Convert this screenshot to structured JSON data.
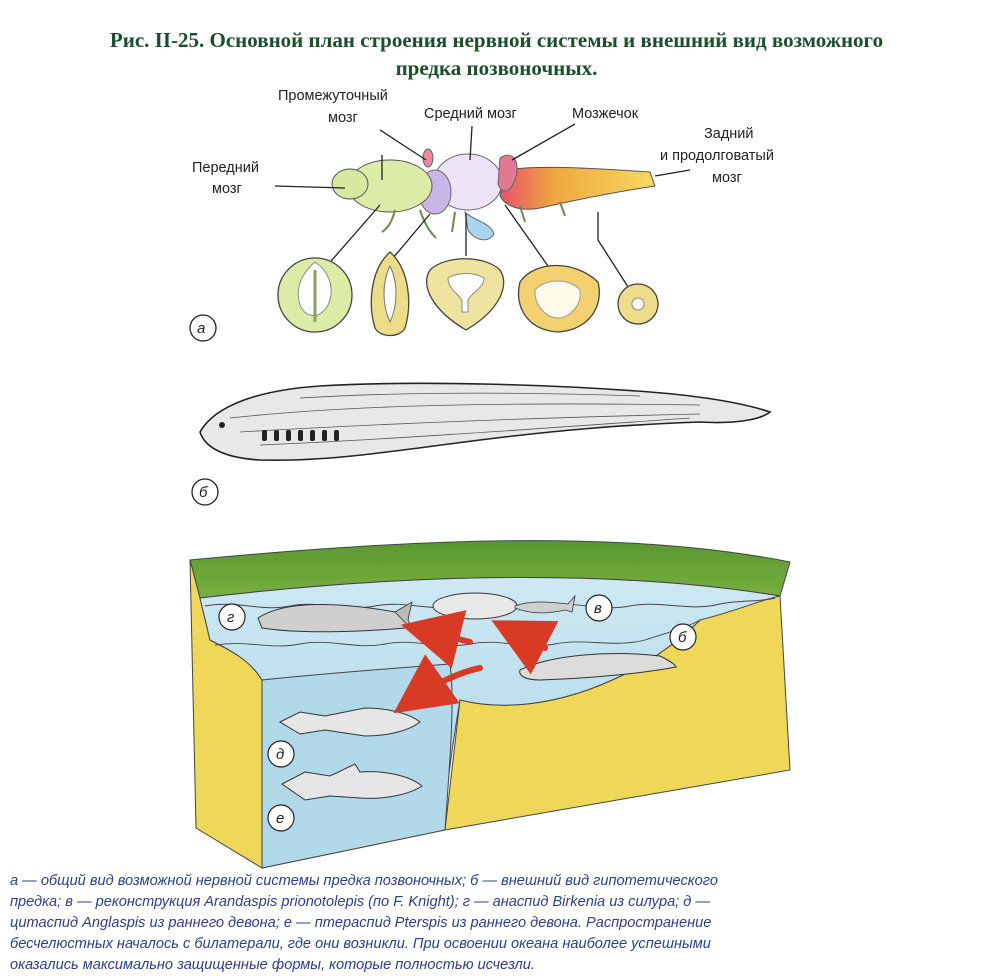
{
  "title": {
    "line1": "Рис. II-25. Основной план строения нервной системы и внешний вид возможного",
    "line2": "предка позвоночных."
  },
  "panel_a": {
    "label": "а",
    "brain_labels": {
      "forebrain": [
        "Передний",
        "мозг"
      ],
      "diencephalon": [
        "Промежуточный",
        "мозг"
      ],
      "midbrain": "Средний мозг",
      "cerebellum": "Мозжечок",
      "hindbrain": [
        "Задний",
        "и продолговатый",
        "мозг"
      ]
    }
  },
  "panel_b": {
    "label": "б"
  },
  "panel_scene": {
    "labels": {
      "g": "г",
      "v": "в",
      "b": "б",
      "d": "д",
      "e": "е"
    }
  },
  "colors": {
    "title": "#1b4e2b",
    "caption": "#2e3f88",
    "forebrain": "#d8eaa0",
    "midbrain": "#ece4f6",
    "cerebellum": "#e07a92",
    "hindbrain": "#f0a840",
    "water": "#bfe0ee",
    "sand": "#efd75a",
    "land": "#5f9a34",
    "arrow": "#d83a26"
  },
  "caption": {
    "line1": "а — общий вид возможной нервной системы предка позвоночных; б — внешний вид гипотетического",
    "line2": "предка; в — реконструкция Arandaspis prionotolepis (по F. Knight); г — анаспид Birkenia из силура; д —",
    "line3": "цитаспид Anglaspis из раннего девона; е — птераспид Pterspis из раннего девона. Распространение",
    "line4": "бесчелюстных началось с билатерали, где они возникли. При освоении океана наиболее успешными",
    "line5": "оказались максимально защищенные формы, которые полностью исчезли."
  }
}
